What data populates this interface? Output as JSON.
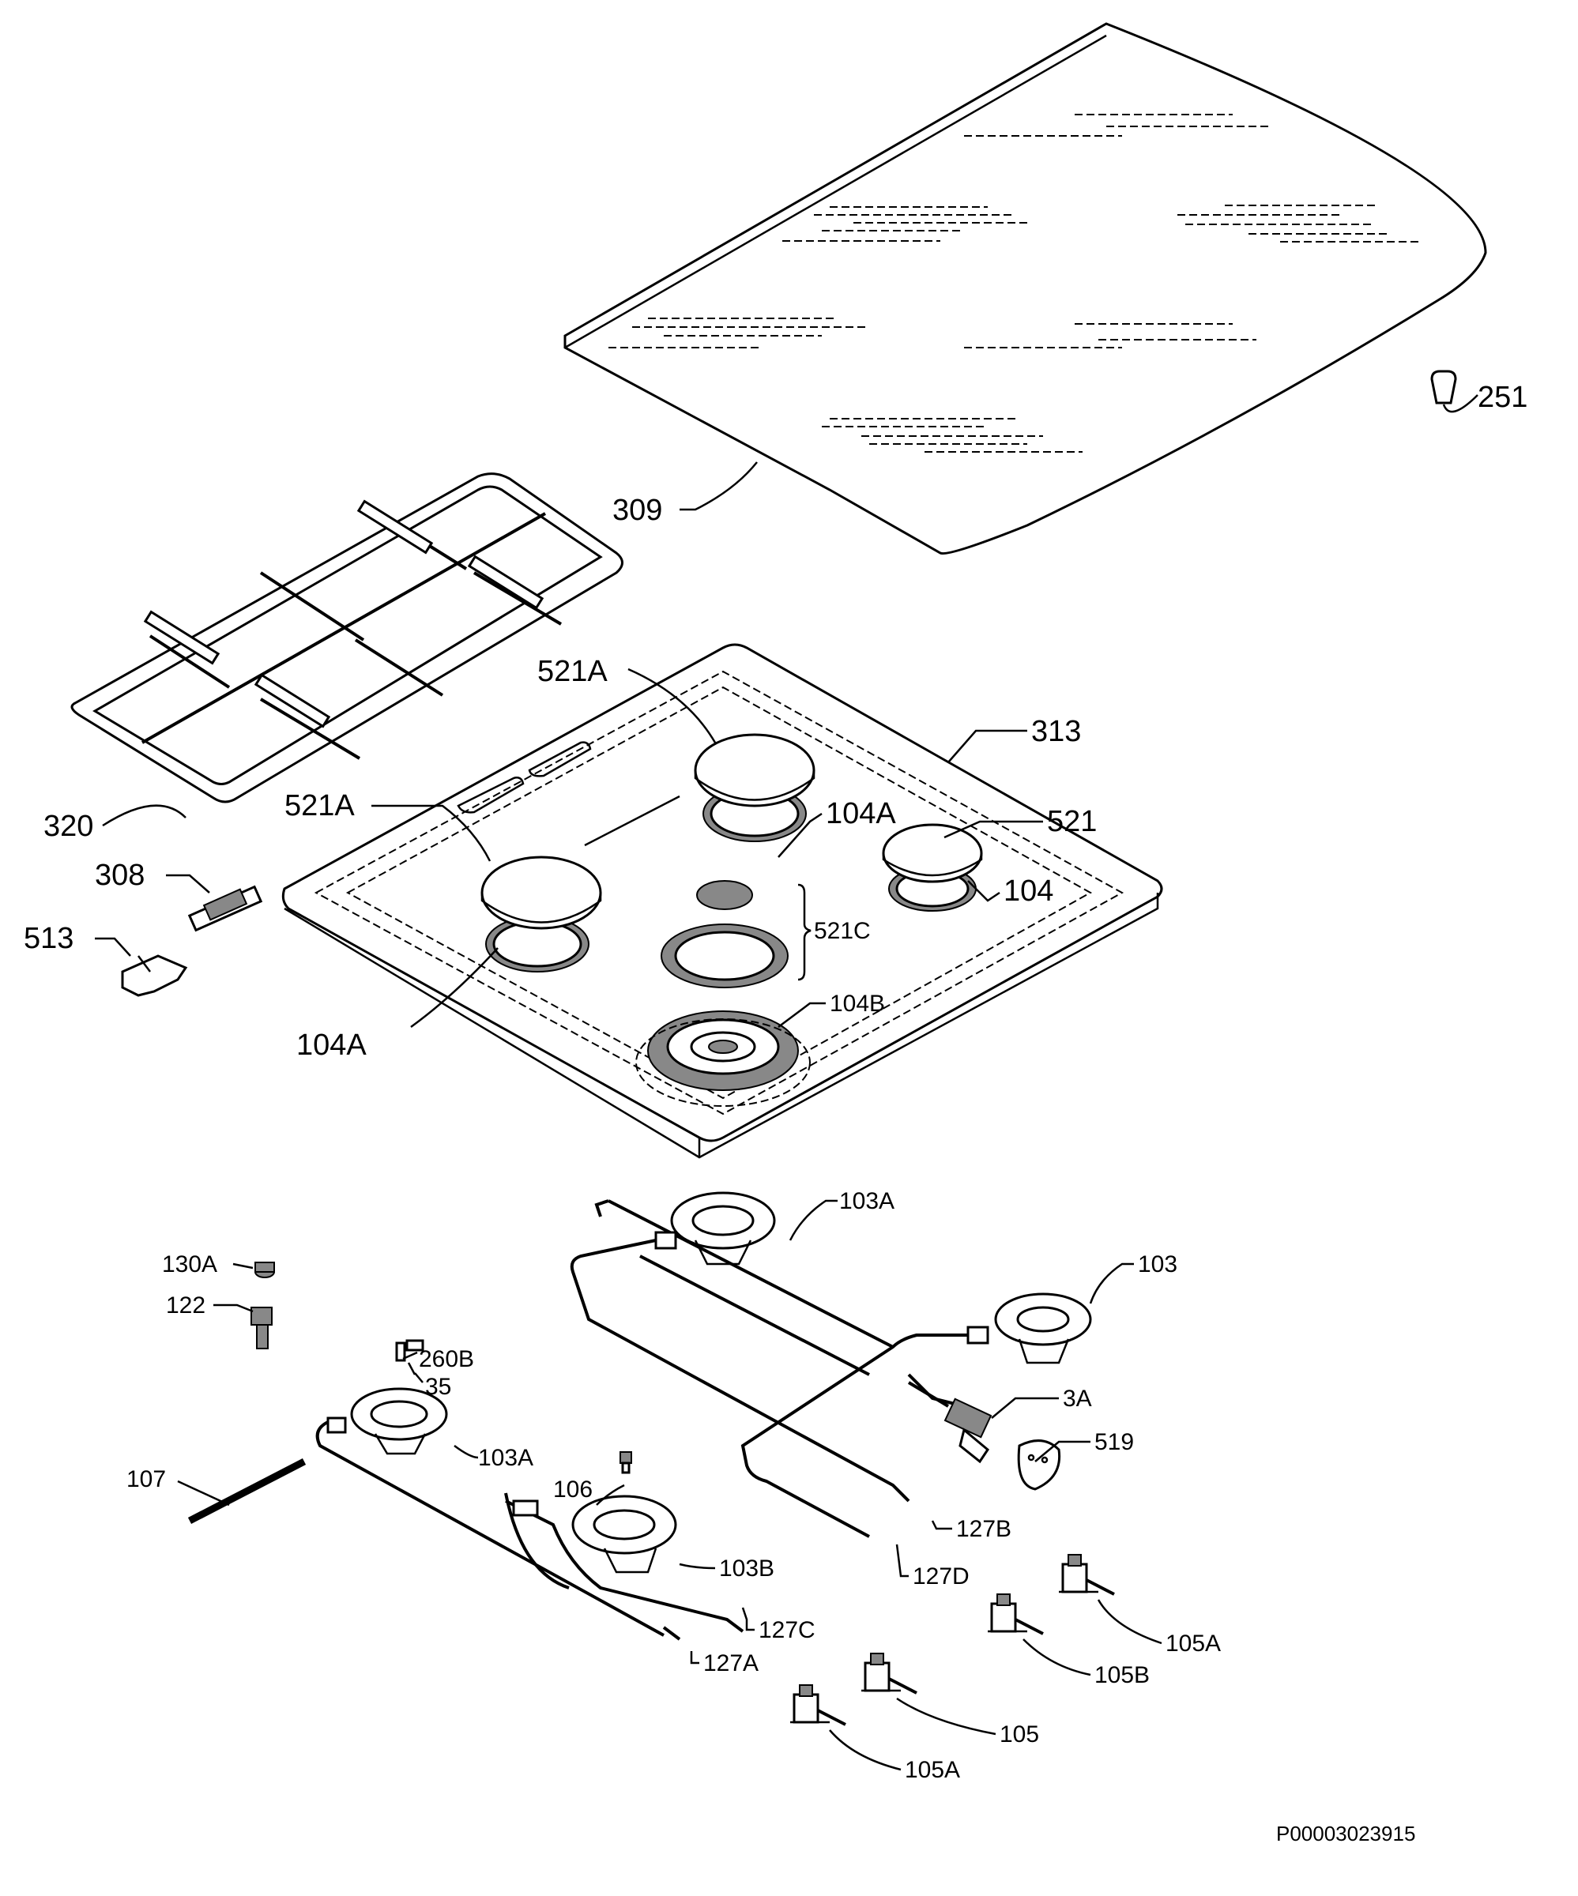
{
  "labels": {
    "p251": "251",
    "p309": "309",
    "p320": "320",
    "p313": "313",
    "p521a_top": "521A",
    "p521a_left": "521A",
    "p521": "521",
    "p104a_top": "104A",
    "p104": "104",
    "p521c": "521C",
    "p308": "308",
    "p513": "513",
    "p104b": "104B",
    "p104a_left": "104A",
    "p103a_top": "103A",
    "p130a": "130A",
    "p103": "103",
    "p122": "122",
    "p260b": "260B",
    "p35": "35",
    "p3a": "3A",
    "p519": "519",
    "p103a_left": "103A",
    "p107": "107",
    "p106": "106",
    "p127b": "127B",
    "p103b": "103B",
    "p127d": "127D",
    "p127c": "127C",
    "p105a_right": "105A",
    "p105b": "105B",
    "p127a": "127A",
    "p105": "105",
    "p105a_bottom": "105A"
  },
  "document_code": "P00003023915"
}
